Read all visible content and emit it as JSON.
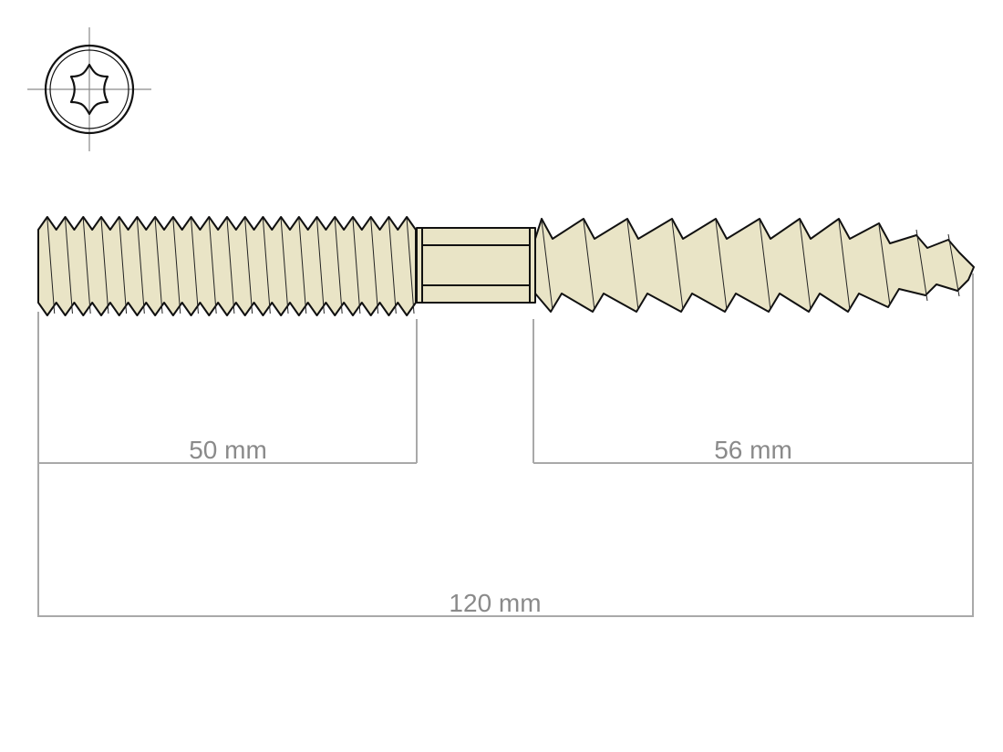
{
  "dimensions": {
    "machine_thread_length": "50 mm",
    "wood_thread_length": "56 mm",
    "total_length": "120 mm"
  },
  "drive": {
    "icon": "torx-star-icon"
  },
  "colors": {
    "metal_fill": "#e9e4c6",
    "outline": "#111111",
    "dimension": "#a9a9a9",
    "label": "#8a8a8a"
  }
}
